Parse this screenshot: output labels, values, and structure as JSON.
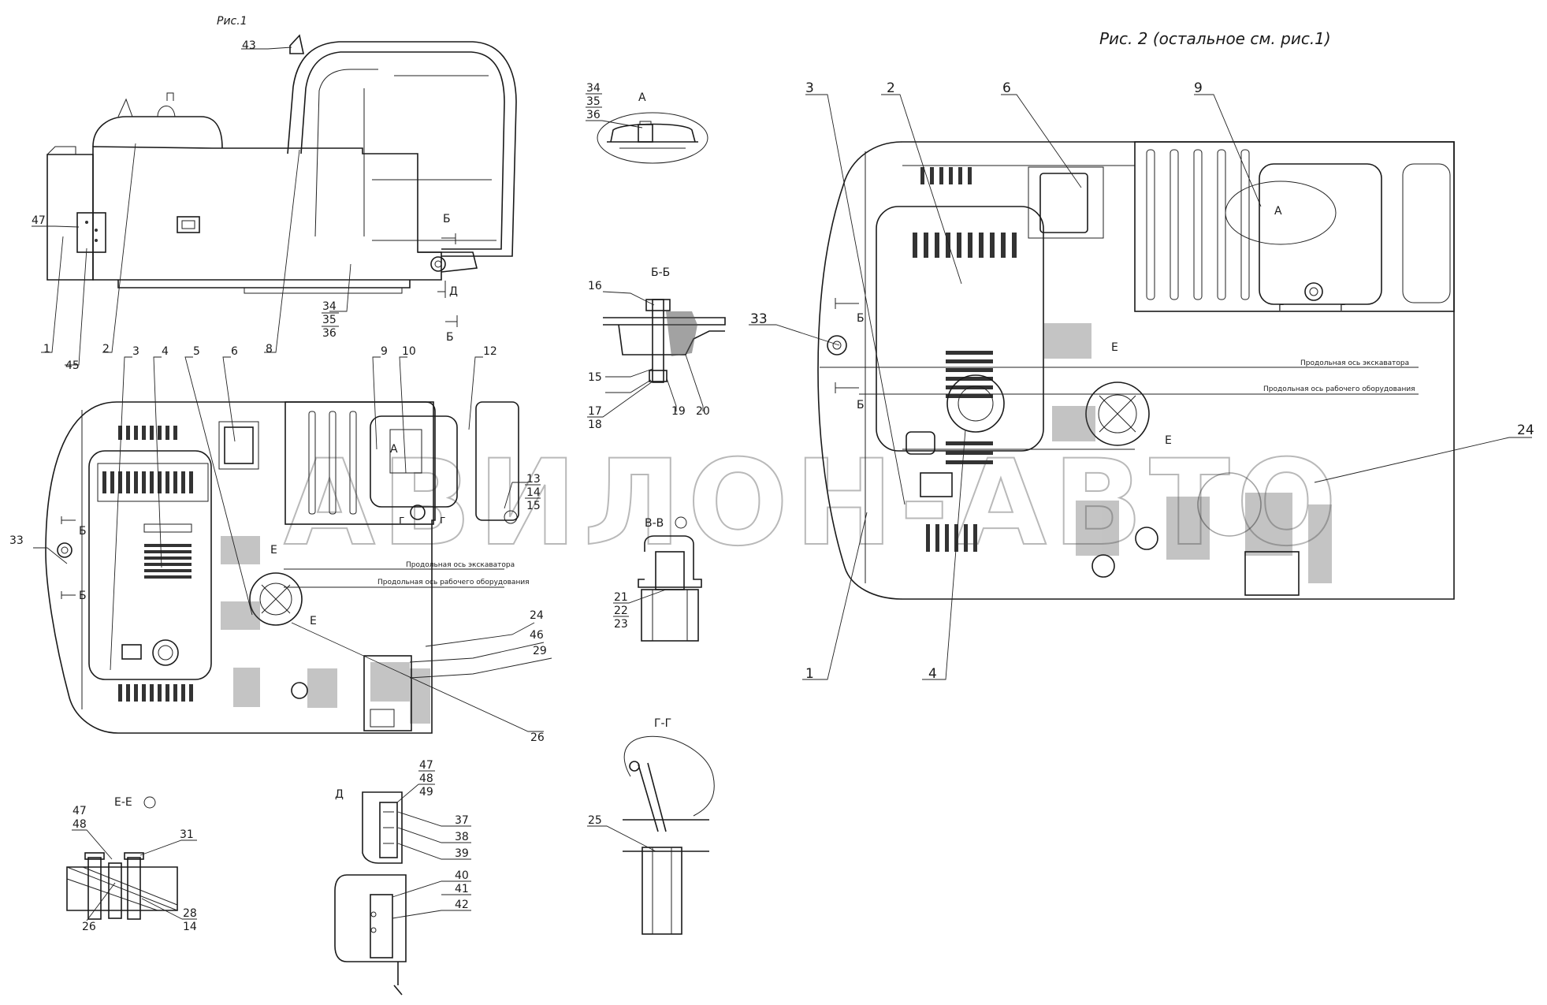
{
  "figures": {
    "fig1_title": "Рис.1",
    "fig2_title": "Рис. 2 (остальное см. рис.1)"
  },
  "sections": {
    "A": "А",
    "BB": "Б-Б",
    "VV": "В-В",
    "GG": "Г-Г",
    "EE": "Е-Е",
    "D": "Д"
  },
  "axis_labels": {
    "excavator_axis": "Продольная ось экскаватора",
    "equipment_axis": "Продольная ось рабочего оборудования"
  },
  "view_marks": {
    "b": "Б",
    "e": "Е",
    "g": "г",
    "a": "А",
    "d": "Д"
  },
  "fig1_side_labels": [
    "43",
    "47",
    "45",
    "1",
    "2",
    "8",
    "34",
    "35",
    "36"
  ],
  "fig1_plan_labels": [
    "3",
    "4",
    "5",
    "6",
    "9",
    "10",
    "12",
    "33",
    "13",
    "14",
    "15",
    "24",
    "46",
    "29",
    "26"
  ],
  "fig2_labels": [
    "3",
    "2",
    "6",
    "9",
    "33",
    "24",
    "1",
    "4"
  ],
  "detail_a_labels": [
    "34",
    "35",
    "36"
  ],
  "detail_bb_labels": [
    "16",
    "15",
    "17",
    "18",
    "19",
    "20"
  ],
  "detail_vv_labels": [
    "21",
    "22",
    "23"
  ],
  "detail_gg_labels": [
    "25"
  ],
  "detail_ee_labels": [
    "47",
    "48",
    "31",
    "26",
    "28",
    "14"
  ],
  "detail_d_labels": [
    "47",
    "48",
    "49",
    "37",
    "38",
    "39",
    "40",
    "41",
    "42"
  ],
  "watermark": "АВИЛОН-АВТО"
}
